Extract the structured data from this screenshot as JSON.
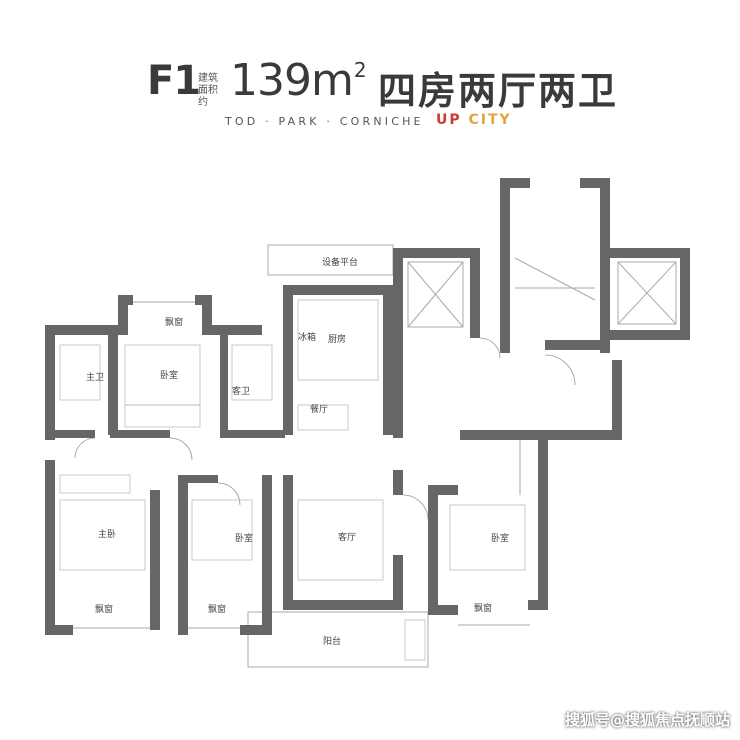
{
  "header": {
    "type_code": "F1",
    "area_label": "建筑面积约",
    "area_value": "139m",
    "area_unit_sup": "2",
    "layout_text": "四房两厅两卫",
    "subtitle": "TOD · PARK · CORNICHE",
    "brand_part1": "UP",
    "brand_part2": "CITY"
  },
  "rooms": {
    "equipment_platform": "设备平台",
    "kitchen": "厨房",
    "fridge": "冰箱",
    "dining": "餐厅",
    "living": "客厅",
    "master_bath": "主卫",
    "guest_bath": "客卫",
    "bedroom_top": "卧室",
    "master_bedroom": "主卧",
    "bedroom_mid": "卧室",
    "bedroom_right": "卧室",
    "bay_window_top": "飘窗",
    "bay_window_1": "飘窗",
    "bay_window_2": "飘窗",
    "bay_window_3": "飘窗",
    "balcony": "阳台"
  },
  "watermark": "搜狐号@搜狐焦点抚顺站",
  "colors": {
    "wall": "#666666",
    "brand_red": "#c73d2f",
    "brand_gold": "#e1a63a"
  }
}
